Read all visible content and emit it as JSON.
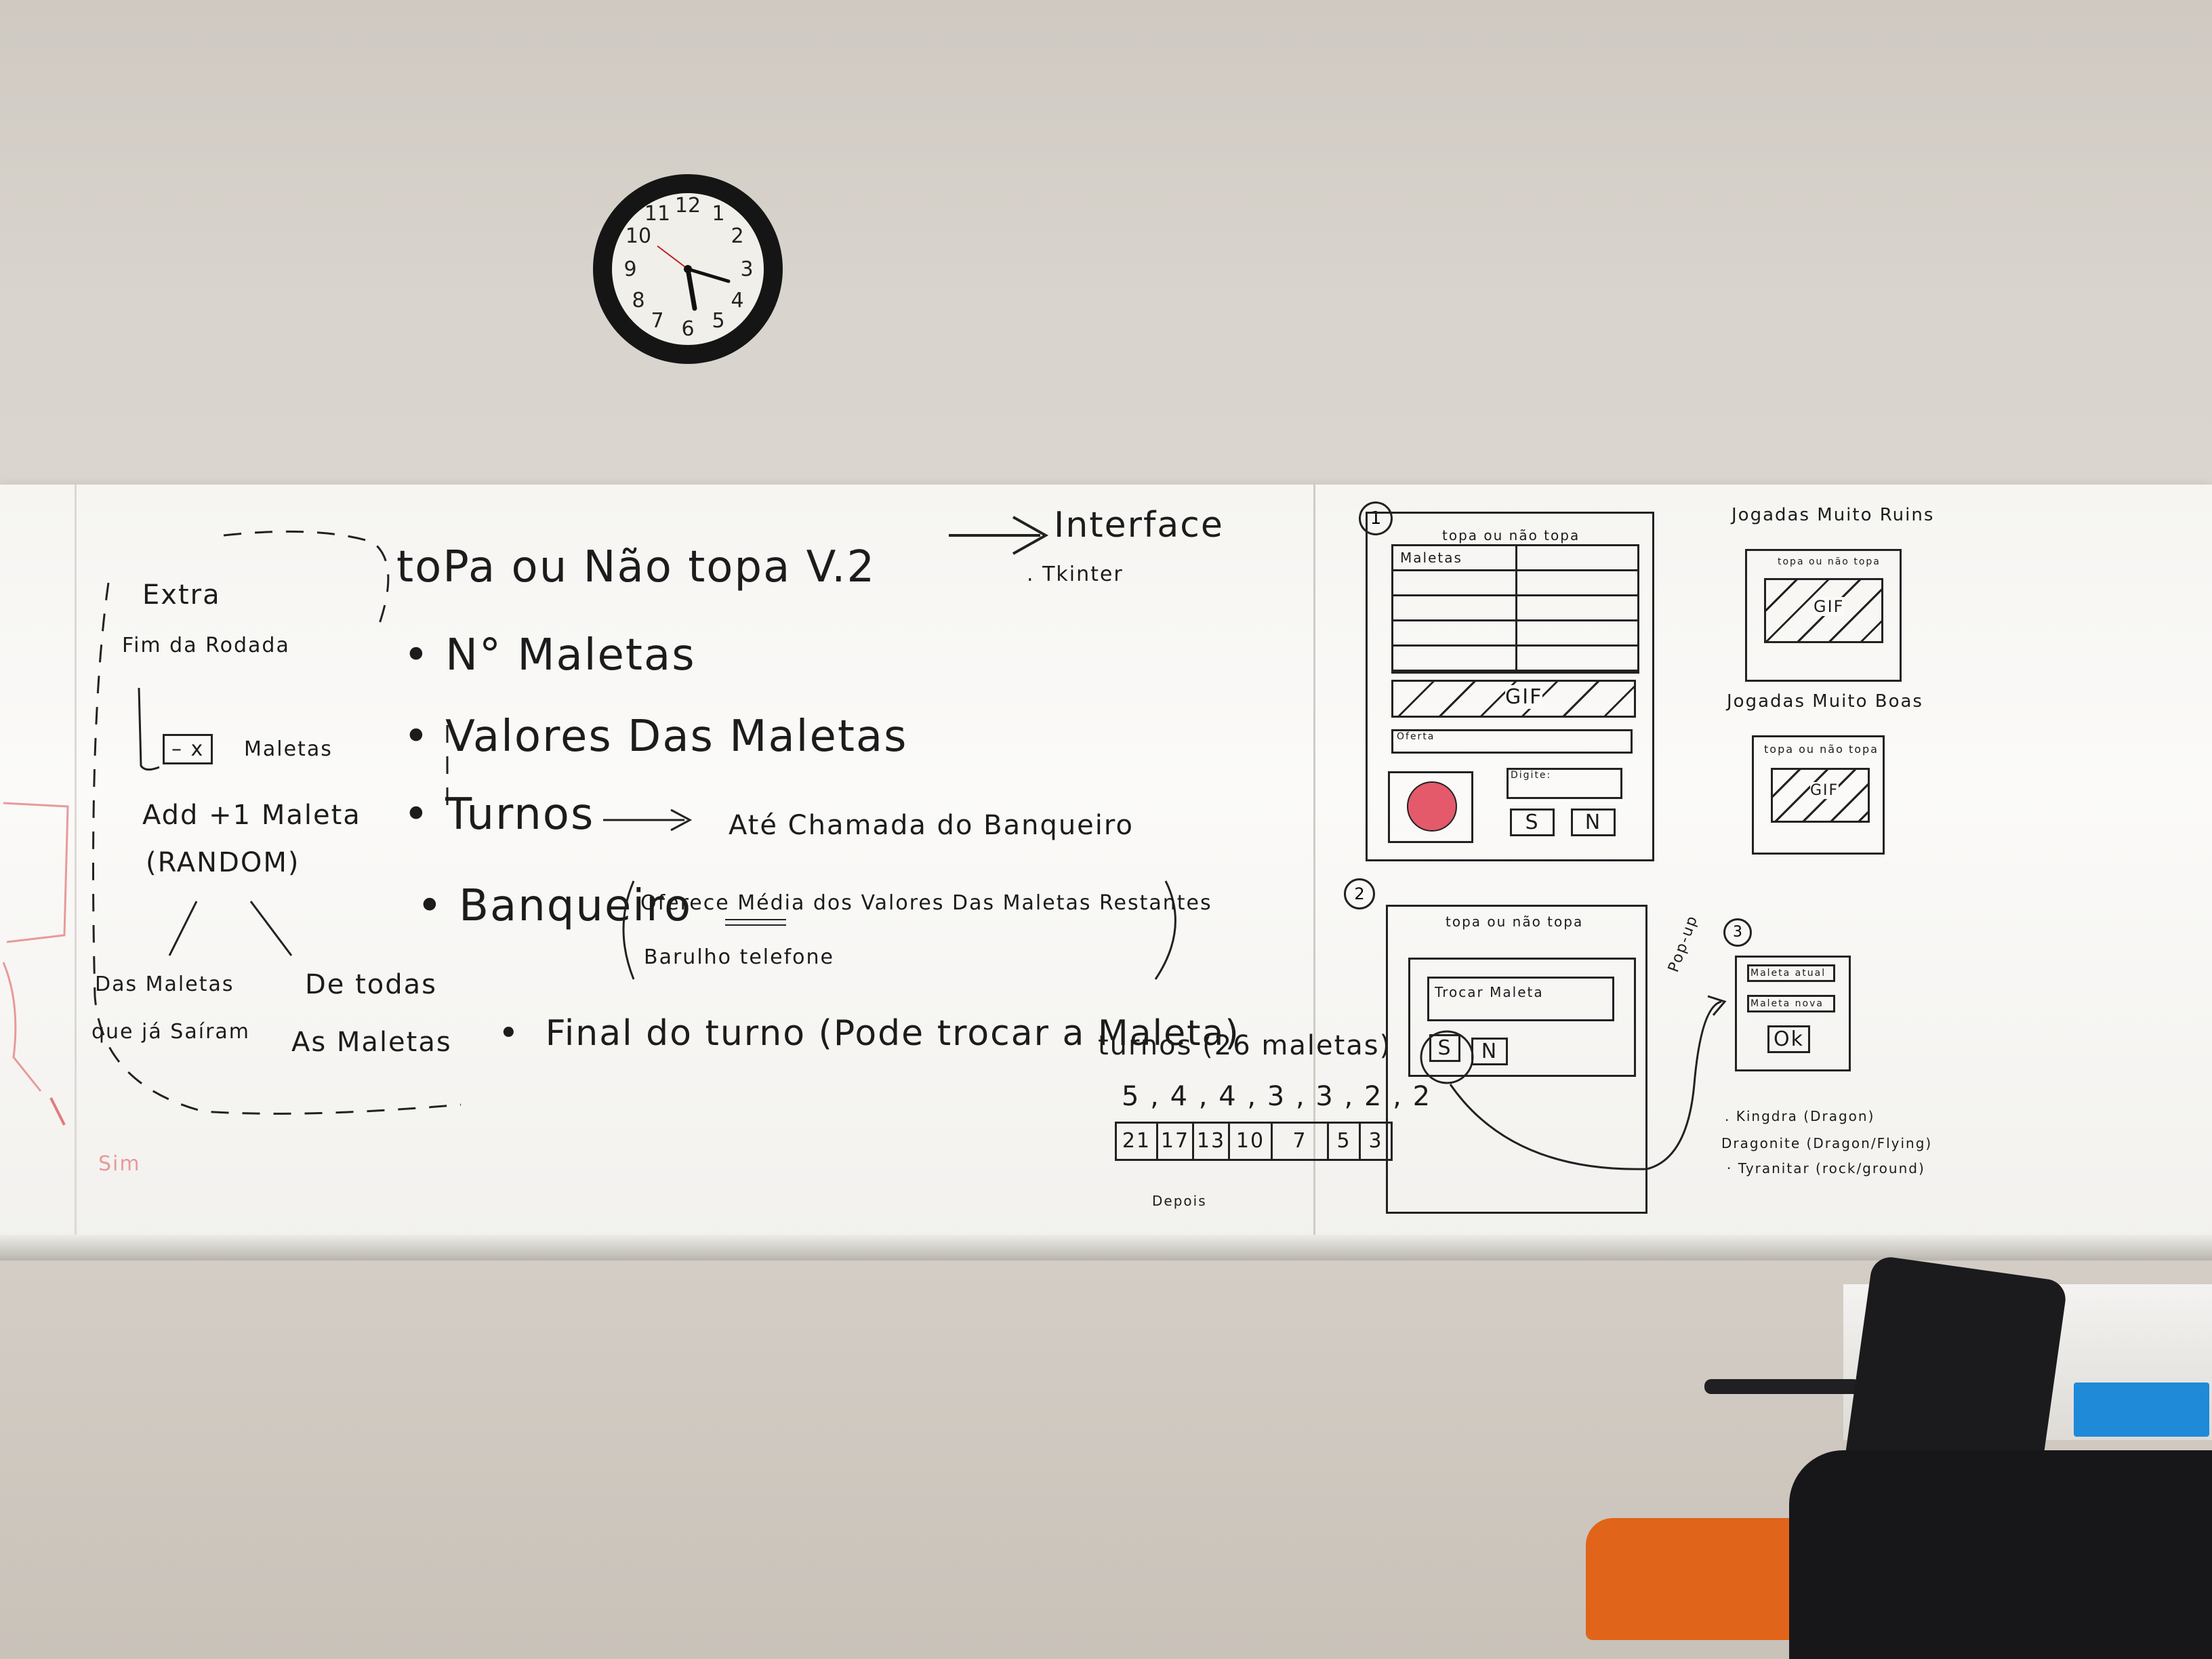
{
  "board": {
    "title": "toPa ou Não topa V.2",
    "interface_label": "Interface",
    "tkinter_label": ". Tkinter",
    "bullets": {
      "num_maletas": "N° Maletas",
      "valores": "Valores Das Maletas",
      "turnos": "Turnos",
      "turnos_target": "Até Chamada do Banqueiro",
      "banqueiro": "Banqueiro",
      "banqueiro_line1": "Oferece Média dos Valores Das Maletas Restantes",
      "banqueiro_line2": "Barulho telefone",
      "final_turno": "Final do turno (Pode trocar a Maleta)"
    },
    "extra": {
      "title": "Extra",
      "fim_rodada": "Fim da Rodada",
      "box": "– x",
      "maletas": "Maletas",
      "add_line1": "Add +1 Maleta",
      "add_line2": "(RANDOM)",
      "left_branch_1": "Das Maletas",
      "left_branch_2": "que já Saíram",
      "right_branch_1": "De todas",
      "right_branch_2": "As Maletas"
    },
    "turnos_table": {
      "title": "turnos (26 maletas)",
      "sequence": "5 , 4 , 4 , 3 , 3 , 2 , 2",
      "cells": [
        "21",
        "17",
        "13",
        "10",
        "7",
        "5",
        "3"
      ],
      "depois": "Depois"
    },
    "mockups": {
      "one": {
        "number": "1",
        "title": "topa ou não topa",
        "maletas_label": "Maletas",
        "gif": "GIF",
        "oferta": "Oferta",
        "digite": "Digite:",
        "yes": "S",
        "no": "N"
      },
      "two": {
        "number": "2",
        "title": "topa ou não topa",
        "trocar": "Trocar Maleta",
        "yes": "S",
        "no": "N",
        "popup": "Pop-up"
      },
      "three": {
        "number": "3",
        "field1": "Maleta atual",
        "field2": "Maleta nova",
        "ok": "Ok"
      },
      "ruins": {
        "heading": "Jogadas Muito Ruins",
        "title": "topa ou não topa",
        "gif": "GIF"
      },
      "boas": {
        "heading": "Jogadas Muito Boas",
        "title": "topa ou não topa",
        "gif": "GIF"
      }
    },
    "pokemon": [
      ". Kingdra (Dragon)",
      "Dragonite (Dragon/Flying)",
      "· Tyranitar (rock/ground)"
    ],
    "left_edge_scribble": "Sim"
  },
  "clock": {
    "numerals": [
      "12",
      "1",
      "2",
      "3",
      "4",
      "5",
      "6",
      "7",
      "8",
      "9",
      "10",
      "11"
    ]
  }
}
